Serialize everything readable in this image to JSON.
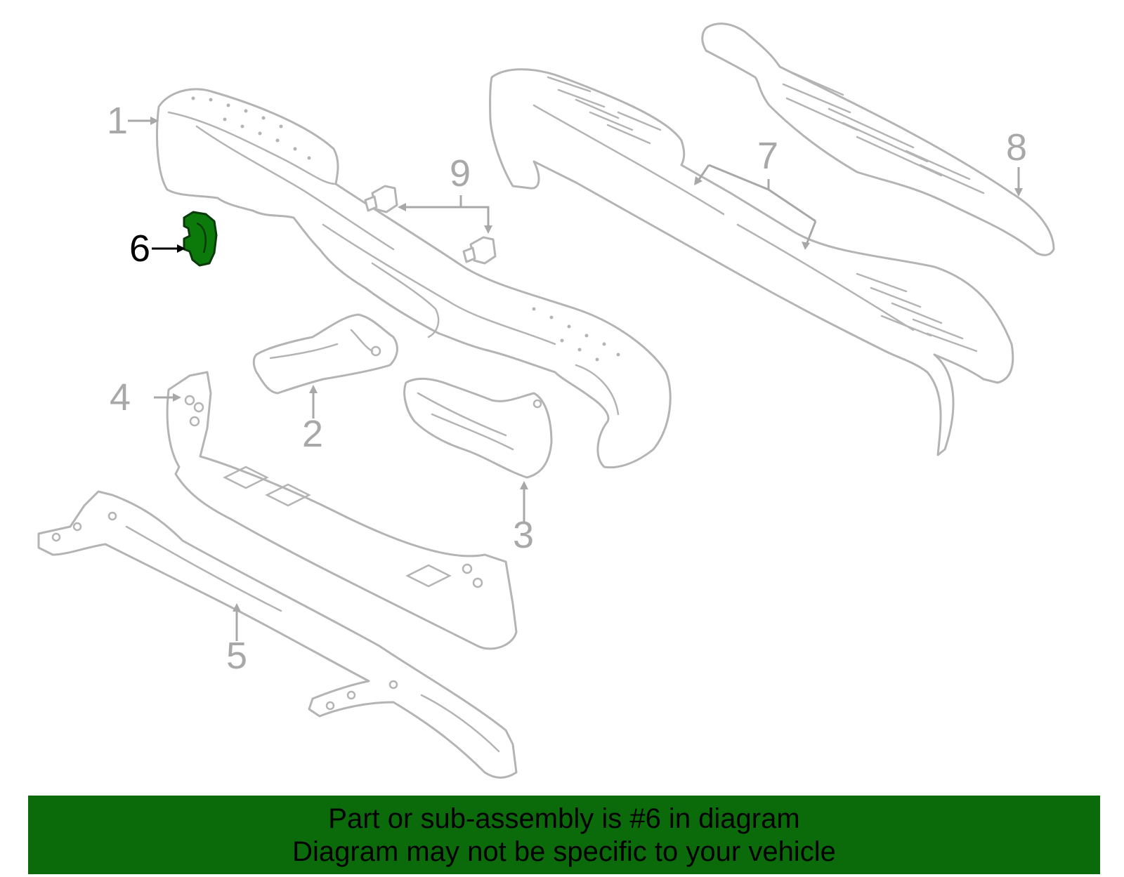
{
  "diagram": {
    "callouts": [
      {
        "number": "1"
      },
      {
        "number": "2"
      },
      {
        "number": "3"
      },
      {
        "number": "4"
      },
      {
        "number": "5"
      },
      {
        "number": "6"
      },
      {
        "number": "7"
      },
      {
        "number": "8"
      },
      {
        "number": "9"
      }
    ],
    "highlighted_part": "6",
    "colors": {
      "highlight_fill": "#0b7a0b",
      "line_art": "#b4b4b4",
      "banner": "#0b6b0b"
    }
  },
  "banner": {
    "line1": "Part or sub-assembly is #6 in diagram",
    "line2": "Diagram may not be specific to your vehicle"
  }
}
